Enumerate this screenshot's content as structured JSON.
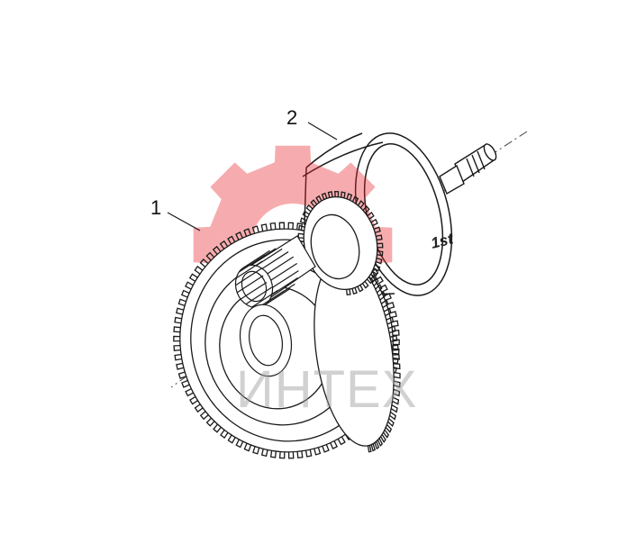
{
  "callouts": {
    "part_1": "1",
    "part_2": "2"
  },
  "housing_stamp": "1st",
  "watermark": {
    "text": "ИНТЕХ",
    "gear_color": "#e8262b"
  },
  "colors": {
    "line": "#1a1a1a",
    "background": "#ffffff"
  }
}
